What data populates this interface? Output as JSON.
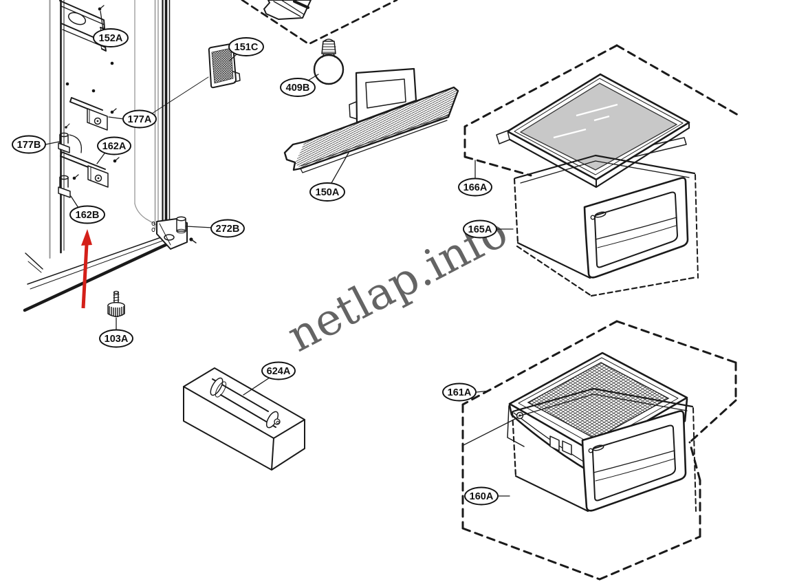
{
  "diagram": {
    "watermark": "netlap.info",
    "colors": {
      "line": "#1a1a1a",
      "glass_fill": "#c8c8c8",
      "watermark_gray": "#4a4a4a",
      "arrow_red": "#d42019",
      "background": "#ffffff"
    },
    "arrow": {
      "color": "#d42019",
      "points_to_label": "162B"
    },
    "callouts": [
      {
        "label": "152A"
      },
      {
        "label": "151C"
      },
      {
        "label": "409B"
      },
      {
        "label": "177A"
      },
      {
        "label": "177B"
      },
      {
        "label": "162A"
      },
      {
        "label": "162B"
      },
      {
        "label": "272B"
      },
      {
        "label": "103A"
      },
      {
        "label": "150A"
      },
      {
        "label": "624A"
      },
      {
        "label": "166A"
      },
      {
        "label": "165A"
      },
      {
        "label": "161A"
      },
      {
        "label": "160A"
      }
    ]
  }
}
